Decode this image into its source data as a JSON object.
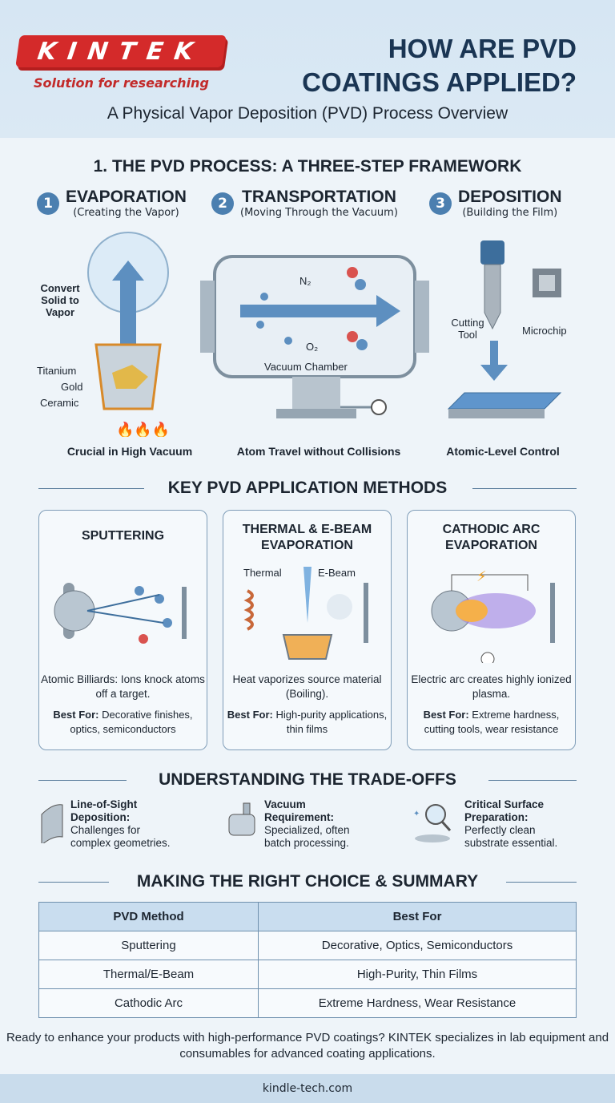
{
  "header": {
    "logo": "KINTEK",
    "tagline": "Solution for researching",
    "title_line1": "HOW ARE PVD",
    "title_line2": "COATINGS APPLIED?",
    "subtitle": "A Physical Vapor Deposition (PVD) Process Overview"
  },
  "process": {
    "title": "1. THE PVD PROCESS: A THREE-STEP FRAMEWORK",
    "steps": [
      {
        "num": "1",
        "title": "EVAPORATION",
        "sub": "(Creating the Vapor)",
        "caption": "Crucial in High Vacuum"
      },
      {
        "num": "2",
        "title": "TRANSPORTATION",
        "sub": "(Moving Through the Vacuum)",
        "caption": "Atom Travel without Collisions"
      },
      {
        "num": "3",
        "title": "DEPOSITION",
        "sub": "(Building the Film)",
        "caption": "Atomic-Level Control"
      }
    ],
    "labels": {
      "convert": "Convert Solid to Vapor",
      "titanium": "Titanium",
      "gold": "Gold",
      "ceramic": "Ceramic",
      "n2": "N₂",
      "o2": "O₂",
      "chamber": "Vacuum Chamber",
      "cutting_tool": "Cutting Tool",
      "microchip": "Microchip"
    }
  },
  "methods": {
    "title": "KEY PVD APPLICATION METHODS",
    "cards": [
      {
        "title": "SPUTTERING",
        "desc": "Atomic Billiards: Ions knock atoms off a target.",
        "best_label": "Best For:",
        "best": "Decorative finishes, optics, semiconductors"
      },
      {
        "title": "THERMAL & E-BEAM EVAPORATION",
        "desc": "Heat vaporizes source material (Boiling).",
        "best_label": "Best For:",
        "best": "High-purity applications, thin films",
        "thermal": "Thermal",
        "ebeam": "E-Beam"
      },
      {
        "title": "CATHODIC ARC EVAPORATION",
        "desc": "Electric arc creates highly ionized plasma.",
        "best_label": "Best For:",
        "best": "Extreme hardness, cutting tools, wear resistance"
      }
    ]
  },
  "tradeoffs": {
    "title": "UNDERSTANDING THE TRADE-OFFS",
    "items": [
      {
        "head": "Line-of-Sight Deposition:",
        "text": "Challenges for complex geometries.",
        "icon": "curved-surface-icon"
      },
      {
        "head": "Vacuum Requirement:",
        "text": "Specialized, often batch processing.",
        "icon": "vacuum-pump-icon"
      },
      {
        "head": "Critical Surface Preparation:",
        "text": "Perfectly clean substrate essential.",
        "icon": "magnifier-icon"
      }
    ]
  },
  "summary": {
    "title": "MAKING THE RIGHT CHOICE & SUMMARY",
    "headers": [
      "PVD Method",
      "Best For"
    ],
    "rows": [
      [
        "Sputtering",
        "Decorative, Optics, Semiconductors"
      ],
      [
        "Thermal/E-Beam",
        "High-Purity, Thin Films"
      ],
      [
        "Cathodic Arc",
        "Extreme Hardness, Wear Resistance"
      ]
    ]
  },
  "closing": "Ready to enhance your products with high-performance PVD coatings? KINTEK specializes in lab equipment and consumables for advanced coating applications.",
  "footer": "kindle-tech.com",
  "colors": {
    "brand": "#d42a2a",
    "navy": "#1a3553",
    "accent": "#4b7fb0"
  }
}
